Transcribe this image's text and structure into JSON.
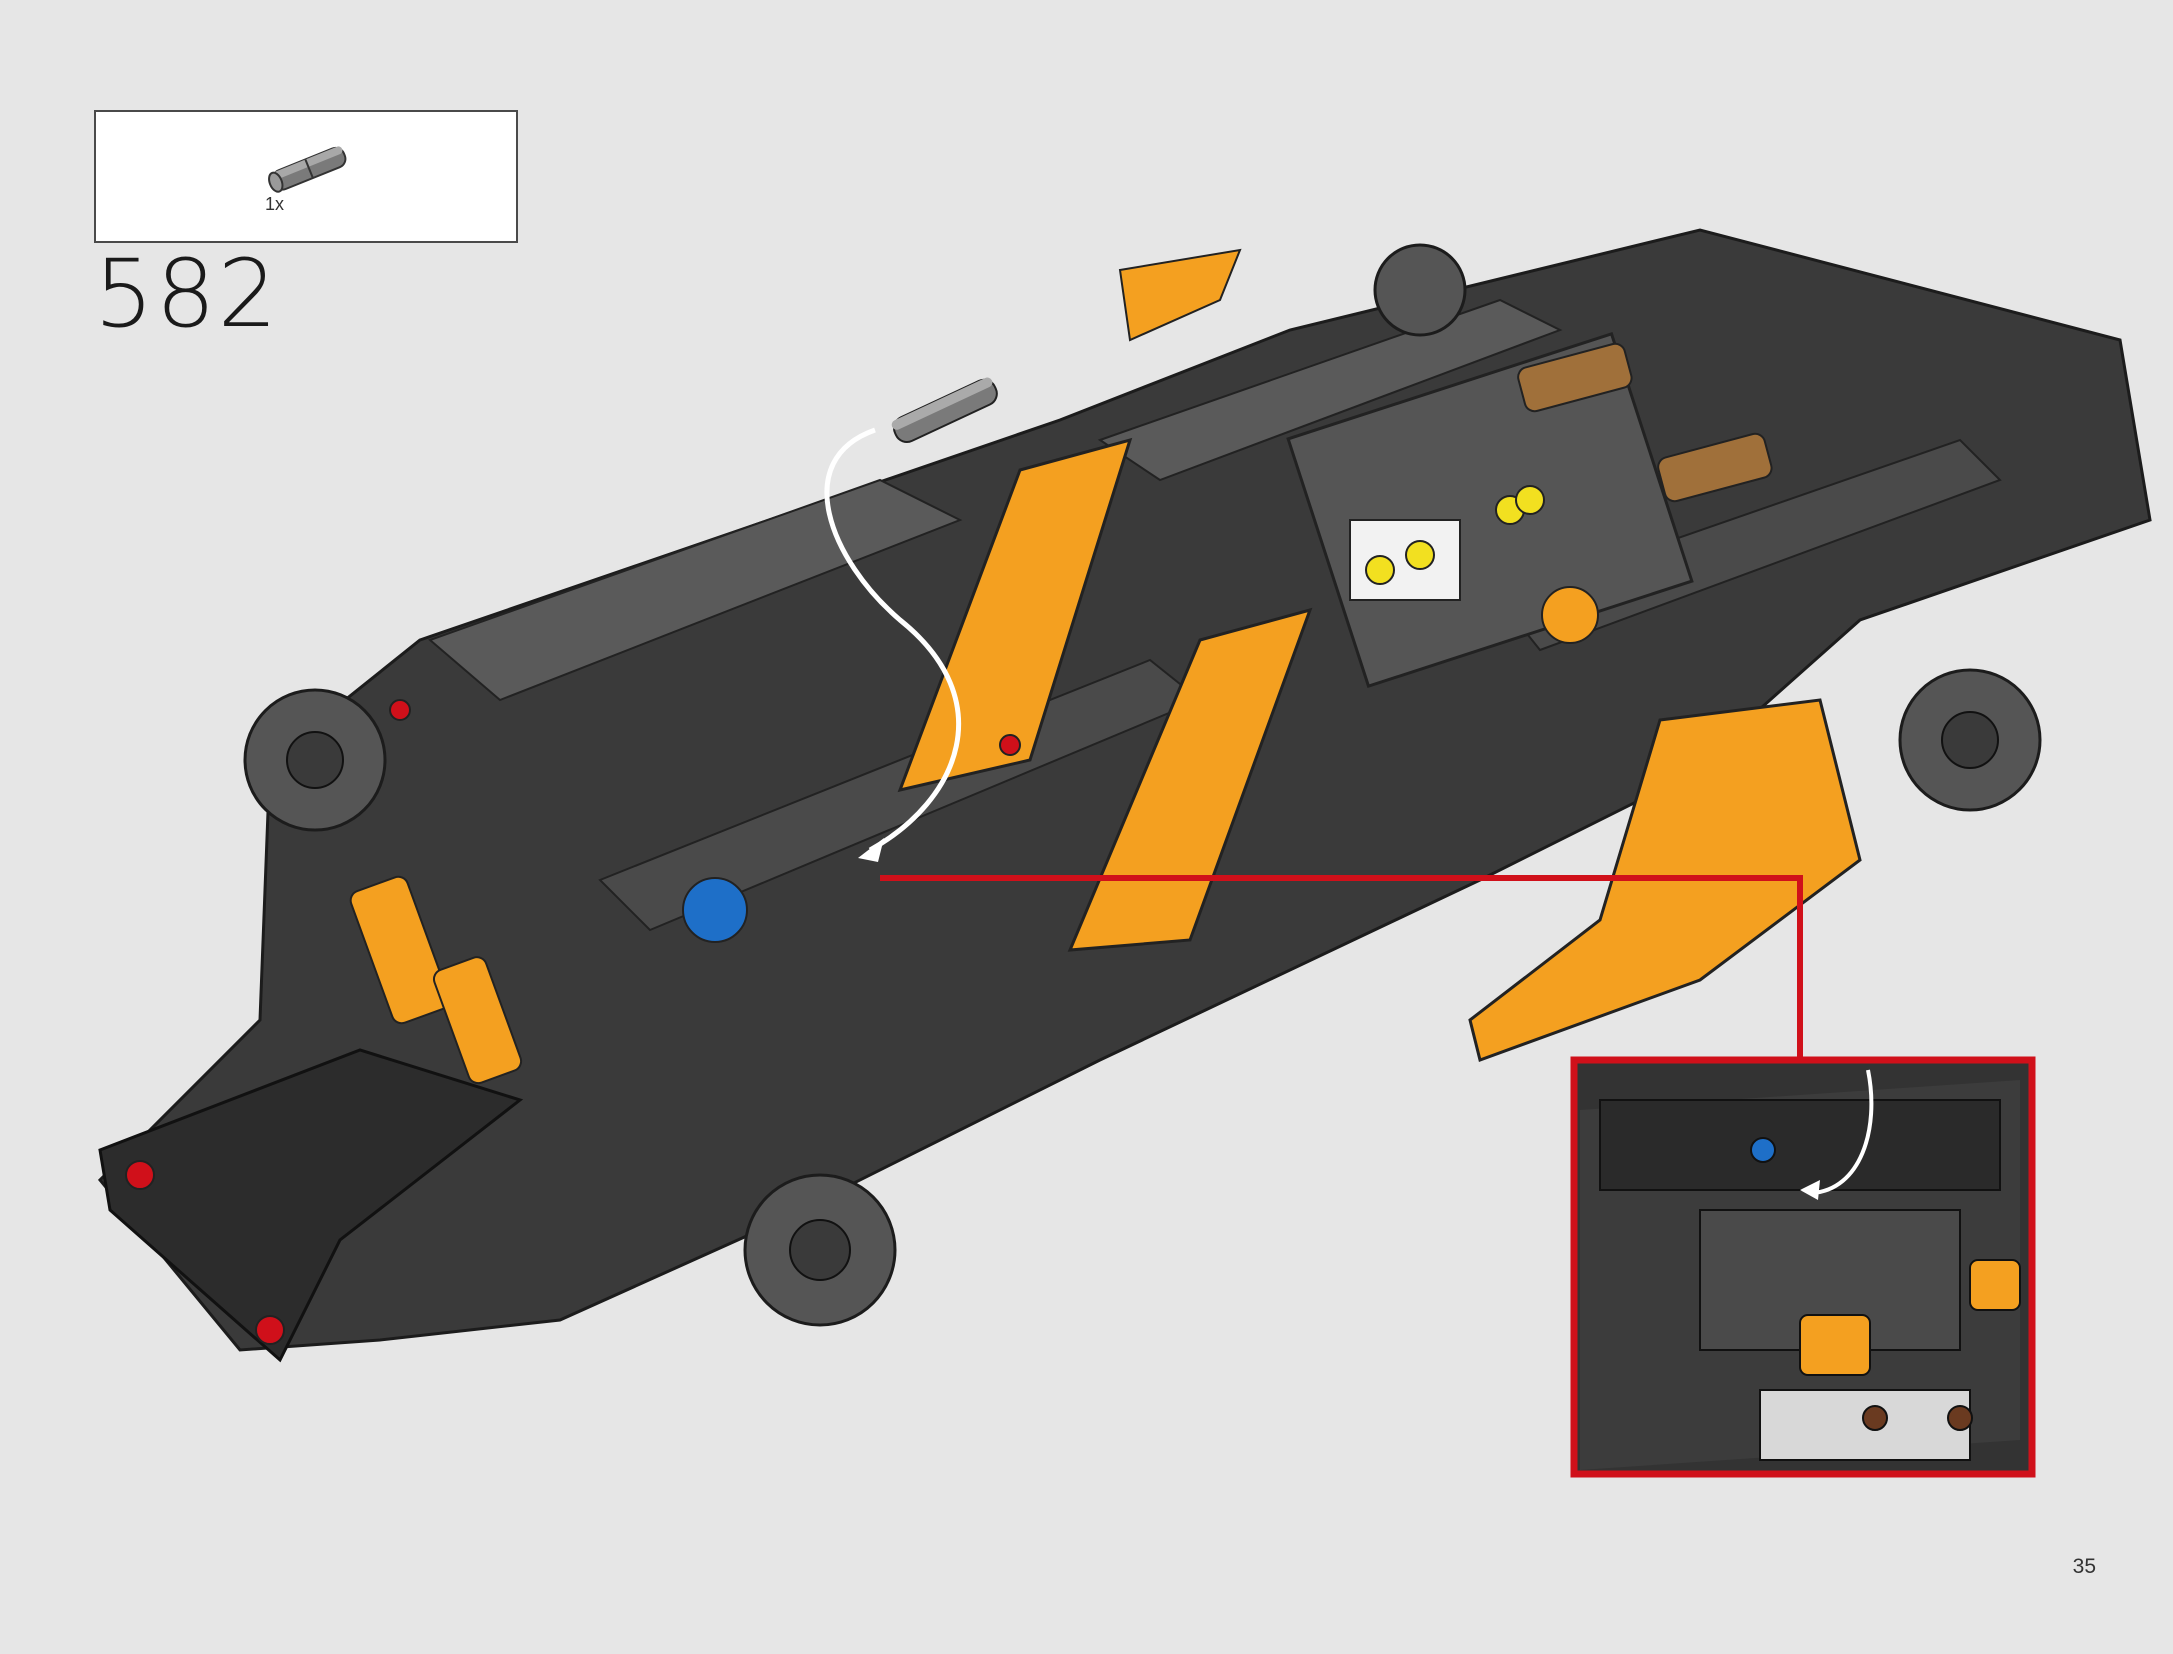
{
  "parts_callout": {
    "parts": [
      {
        "icon": "axle-connector-icon",
        "quantity": "1x"
      }
    ]
  },
  "step": {
    "number": "582"
  },
  "page": {
    "number": "35"
  },
  "colors": {
    "background": "#e6e6e6",
    "highlight": "#d0101a",
    "frame": "#333333",
    "accent_orange": "#f4a020"
  }
}
